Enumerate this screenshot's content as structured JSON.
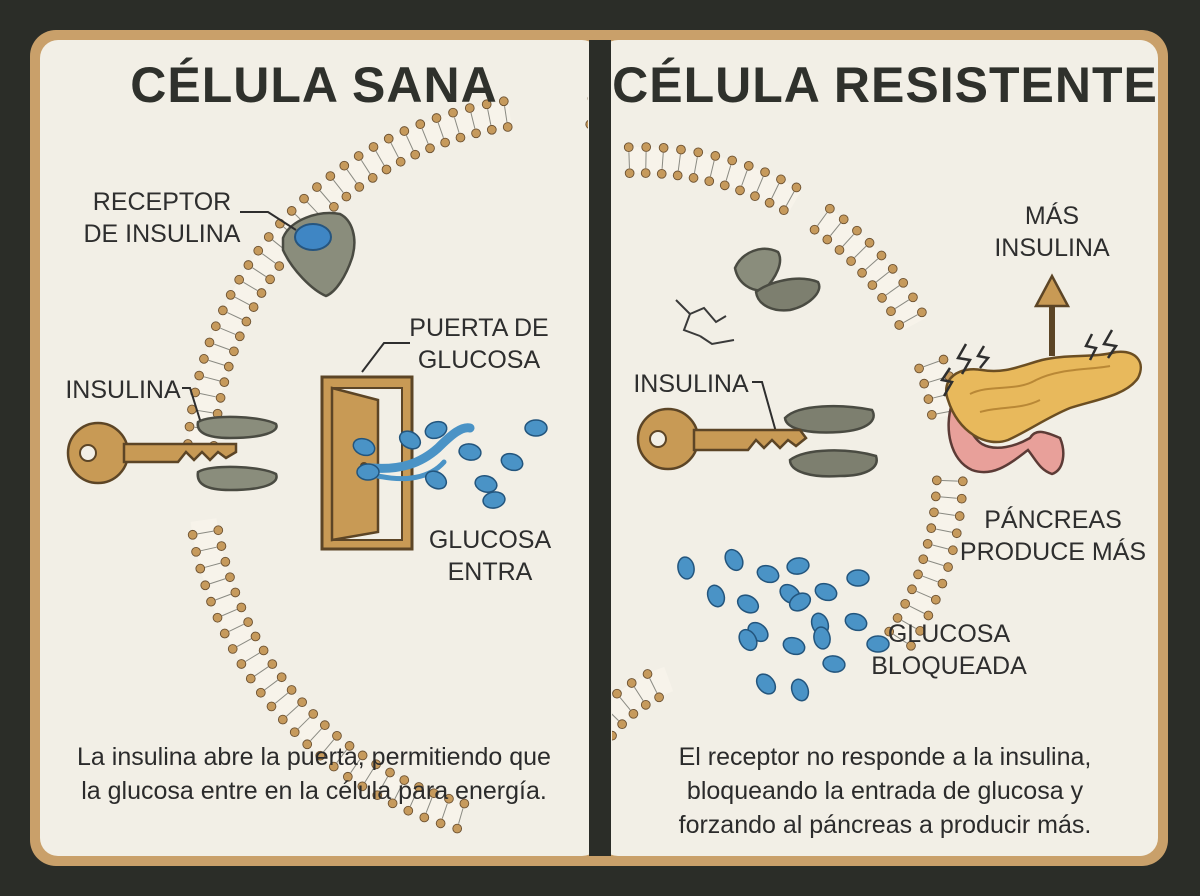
{
  "left": {
    "title": "CÉLULA SANA",
    "receptor_label_1": "RECEPTOR",
    "receptor_label_2": "DE INSULINA",
    "insulin_label": "INSULINA",
    "door_label_1": "PUERTA DE",
    "door_label_2": "GLUCOSA",
    "glucose_label_1": "GLUCOSA",
    "glucose_label_2": "ENTRA",
    "caption_1": "La insulina abre la puerta, permitiendo que",
    "caption_2": "la glucosa entre en la célula para energía."
  },
  "right": {
    "title": "CÉLULA RESISTENTE",
    "insulin_label": "INSULINA",
    "more_insulin_1": "MÁS",
    "more_insulin_2": "INSULINA",
    "pancreas_label_1": "PÁNCREAS",
    "pancreas_label_2": "PRODUCE MÁS",
    "glucose_label_1": "GLUCOSA",
    "glucose_label_2": "BLOQUEADA",
    "caption_1": "El receptor no responde a la insulina,",
    "caption_2": "bloqueando la entrada de glucosa y",
    "caption_3": "forzando al páncreas a producir más."
  },
  "colors": {
    "panel_bg": "#f2efe6",
    "frame": "#c9a06a",
    "divider": "#2b2d28",
    "phospholipid": "#c69a5c",
    "receptor": "#8a8d7c",
    "glucose": "#4a93c6",
    "key": "#c89a55",
    "pancreas": "#e8b95c"
  }
}
